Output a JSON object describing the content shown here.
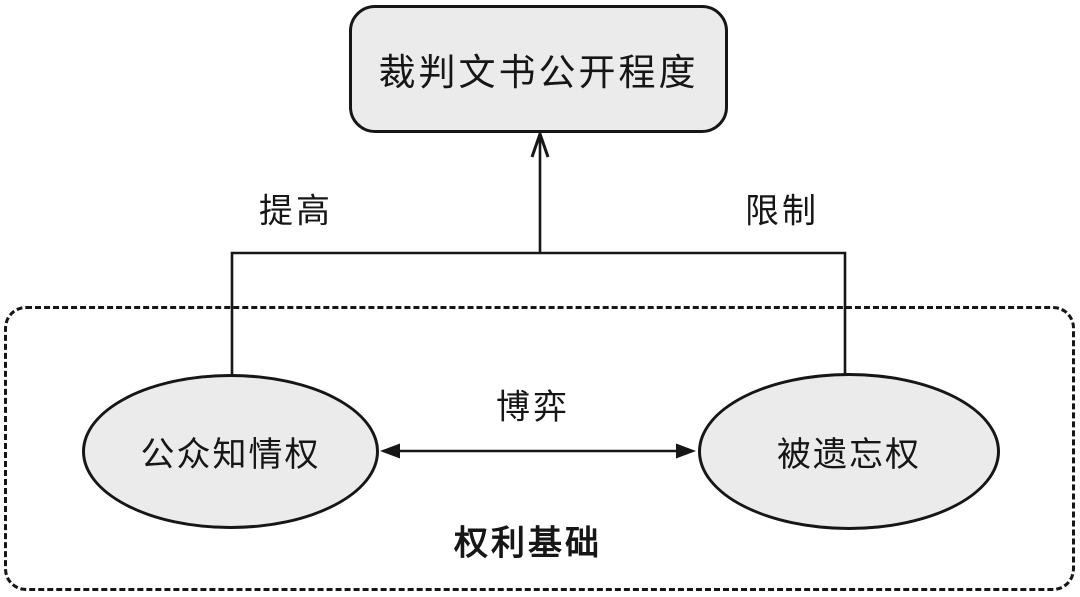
{
  "diagram": {
    "top_node": {
      "label": "裁判文书公开程度"
    },
    "left_node": {
      "label": "公众知情权"
    },
    "right_node": {
      "label": "被遗忘权"
    },
    "group": {
      "label": "权利基础"
    },
    "edges": {
      "increase_label": "提高",
      "restrict_label": "限制",
      "game_label": "博弈"
    },
    "colors": {
      "stroke": "#161616",
      "node_fill": "#ebebeb",
      "background": "#ffffff",
      "text": "#161616"
    }
  }
}
